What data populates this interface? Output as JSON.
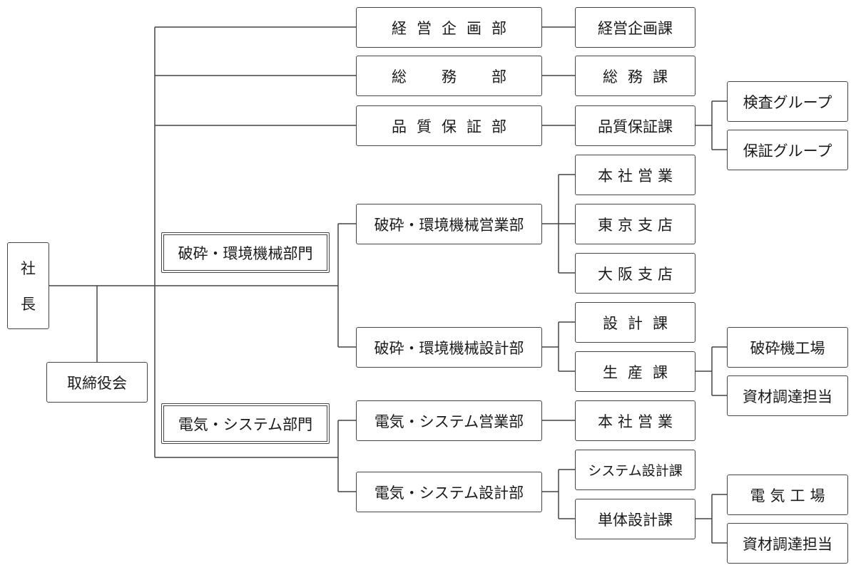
{
  "president": {
    "line1": "社",
    "line2": "長"
  },
  "board": "取締役会",
  "divisions": {
    "crushing": "破砕・環境機械部門",
    "electric": "電気・システム部門"
  },
  "departments": {
    "management_planning": "経営企画部",
    "general_affairs": "総　務　部",
    "quality_assurance": "品質保証部",
    "crushing_sales": "破砕・環境機械営業部",
    "crushing_design": "破砕・環境機械設計部",
    "electric_sales": "電気・システム営業部",
    "electric_design": "電気・システム設計部"
  },
  "sections": {
    "management_planning": "経営企画課",
    "general_affairs": "総務課",
    "quality_assurance": "品質保証課",
    "hq_sales_1": "本社営業",
    "tokyo_branch": "東京支店",
    "osaka_branch": "大阪支店",
    "design": "設計課",
    "production": "生産課",
    "hq_sales_2": "本社営業",
    "system_design": "システム設計課",
    "unit_design": "単体設計課"
  },
  "groups": {
    "inspection": "検査グループ",
    "warranty": "保証グループ",
    "crusher_factory": "破砕機工場",
    "materials_1": "資材調達担当",
    "electric_factory": "電気工場",
    "materials_2": "資材調達担当"
  }
}
